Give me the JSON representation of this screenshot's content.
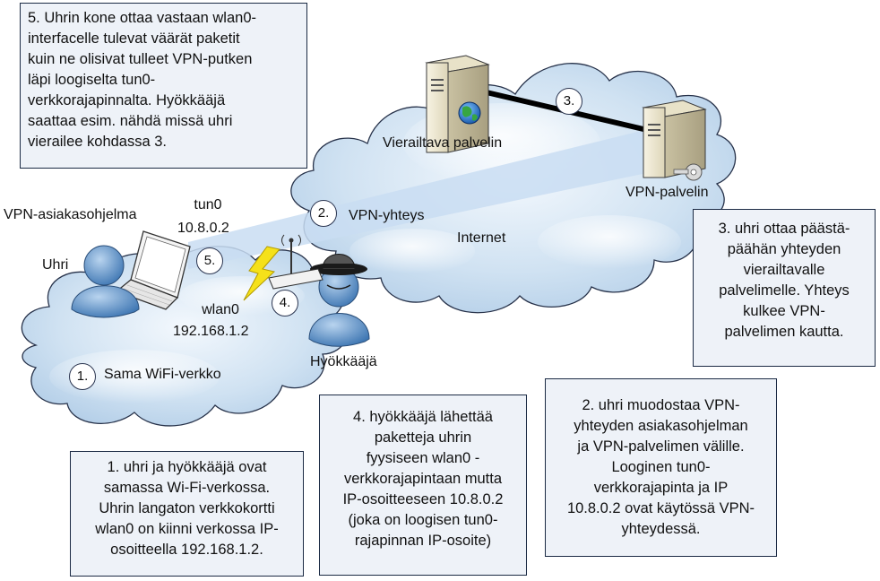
{
  "boxes": {
    "box5": [
      "5. Uhrin kone ottaa vastaan wlan0-",
      "interfacelle tulevat väärät paketit",
      "kuin ne olisivat tulleet VPN-putken",
      "läpi loogiselta tun0-",
      "verkkorajapinnalta. Hyökkääjä",
      "saattaa esim. nähdä missä uhri",
      "vierailee kohdassa 3."
    ],
    "box3": [
      "3. uhri ottaa päästä-",
      "päähän yhteyden",
      "vierailtavalle",
      "palvelimelle. Yhteys",
      "kulkee VPN-",
      "palvelimen kautta."
    ],
    "box1": [
      "1. uhri ja hyökkääjä ovat",
      "samassa Wi-Fi-verkossa.",
      "Uhrin langaton verkkokortti",
      "wlan0 on kiinni verkossa IP-",
      "osoitteella 192.168.1.2."
    ],
    "box4": [
      "4. hyökkääjä lähettää",
      "paketteja uhrin",
      "fyysiseen wlan0 -",
      "verkkorajapintaan mutta",
      "IP-osoitteeseen 10.8.0.2",
      "(joka on loogisen tun0-",
      "rajapinnan IP-osoite)"
    ],
    "box2": [
      "2. uhri muodostaa VPN-",
      "yhteyden asiakasohjelman",
      "ja VPN-palvelimen välille.",
      "Looginen tun0-",
      "verkkorajapinta ja IP",
      "10.8.0.2 ovat käytössä VPN-",
      "yhteydessä."
    ]
  },
  "labels": {
    "visited_server": "Vierailtava palvelin",
    "vpn_server": "VPN-palvelin",
    "vpn_client": "VPN-asiakasohjelma",
    "tun0": "tun0",
    "tun0_ip": "10.8.0.2",
    "victim": "Uhri",
    "wlan0": "wlan0",
    "wlan0_ip": "192.168.1.2",
    "attacker": "Hyökkääjä",
    "internet": "Internet",
    "vpn_connection": "VPN-yhteys",
    "same_wifi": "Sama WiFi-verkko"
  },
  "markers": {
    "m1": "1.",
    "m2": "2.",
    "m3": "3.",
    "m4": "4.",
    "m5": "5."
  },
  "colors": {
    "cloud_fill": "#c6dcef",
    "cloud_stroke": "#27324a",
    "tunnel": "#c9ddf2",
    "server": "#ece6cf",
    "person": "#6d9fd2",
    "lightning": "#f5e11a",
    "box_bg": "#eef2f8"
  }
}
